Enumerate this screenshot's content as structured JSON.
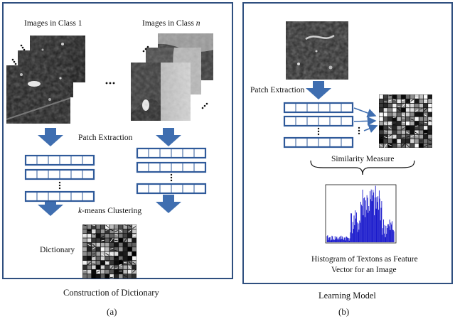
{
  "panel_a": {
    "images_class_1": "Images in Class 1",
    "images_class_n_prefix": "Images in Class ",
    "images_class_n_var": "n",
    "ellipsis": "...",
    "patch_extraction": "Patch Extraction",
    "kmeans_var": "k",
    "kmeans_rest": "-means Clustering",
    "dictionary": "Dictionary",
    "caption": "Construction of Dictionary"
  },
  "panel_b": {
    "patch_extraction": "Patch Extraction",
    "similarity_measure": "Similarity Measure",
    "histogram_label_line1": "Histogram of Textons as Feature",
    "histogram_label_line2": "Vector for an Image",
    "caption": "Learning Model"
  },
  "sublabels": {
    "a": "(a)",
    "b": "(b)"
  },
  "colors": {
    "arrow": "#3f6eb0",
    "frame": "#2f4f7f",
    "histogram": "#1a1acc"
  }
}
